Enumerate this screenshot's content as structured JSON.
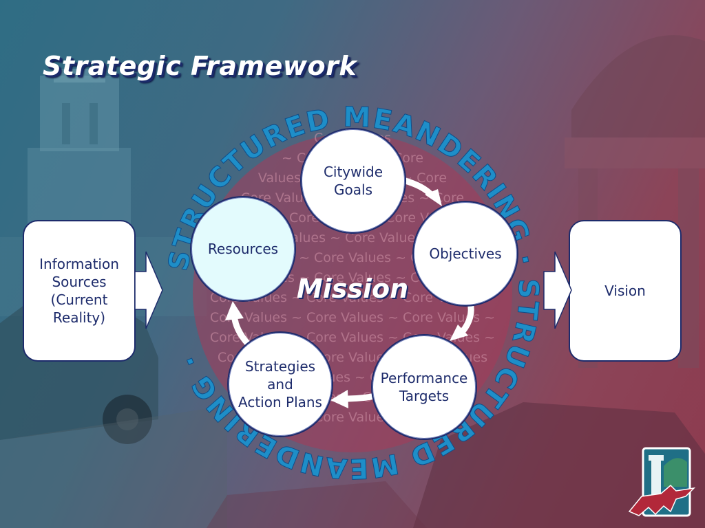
{
  "slide": {
    "title": "Strategic Framework",
    "ring_text": "STRUCTURED MEANDERING · STRUCTURED MEANDERING ·",
    "core_values_text": [
      "Core Values",
      "~ Core Values ~ Core",
      "Values ~ Core Values ~ Core",
      "Core Values ~ Core Values ~ Core",
      "Values ~ Core Values ~ Core Values ~",
      "~ Core Values ~ Core Values ~ Core",
      "~ Core Values ~ Core Values ~ Core Values ~",
      "~ Core Values ~ Core Values ~ Core Values ~",
      "Core Values ~ Core Values ~ Core Values ~",
      "Core Values ~ Core Values ~ Core Values ~",
      "Core Values ~ Core Values ~ Core Values ~",
      "Core Values ~ Core Values ~ Core Values",
      "~ Core Values ~ Core Values",
      "Core Values ~ Core Values",
      "Core Values"
    ],
    "center_label": "Mission",
    "left_box": {
      "label_lines": [
        "Information",
        "Sources",
        "(Current",
        "Reality)"
      ]
    },
    "right_box": {
      "label": "Vision"
    },
    "nodes": {
      "goals": {
        "label_lines": [
          "Citywide",
          "Goals"
        ]
      },
      "objectives": {
        "label": "Objectives"
      },
      "targets": {
        "label_lines": [
          "Performance",
          "Targets"
        ]
      },
      "strategies": {
        "label_lines": [
          "Strategies",
          "and",
          "Action Plans"
        ]
      },
      "resources": {
        "label": "Resources"
      }
    },
    "colors": {
      "navy": "#1d2b6b",
      "ring_text": "#1e8ec8",
      "resources_fill": "#e3fbfd",
      "mission_disk": "#a83b57"
    }
  }
}
